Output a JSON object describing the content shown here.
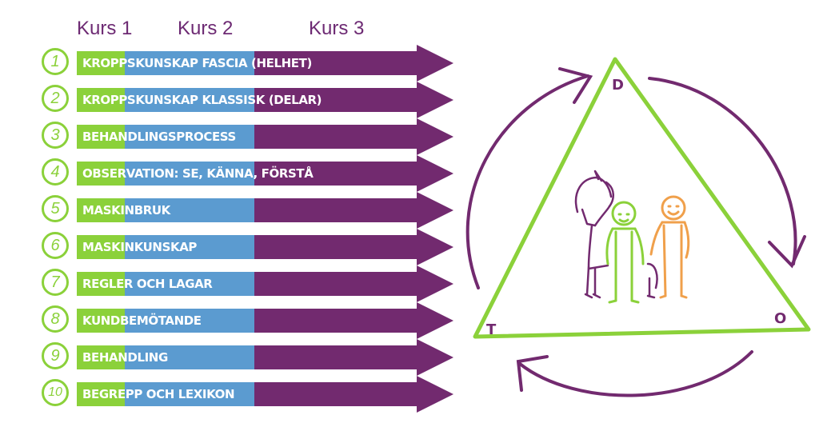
{
  "courses": {
    "course1": "Kurs 1",
    "course2": "Kurs 2",
    "course3": "Kurs 3"
  },
  "rows": [
    {
      "number": "1",
      "label": "KROPPSKUNSKAP FASCIA (HELHET)"
    },
    {
      "number": "2",
      "label": "KROPPSKUNSKAP KLASSISK (DELAR)"
    },
    {
      "number": "3",
      "label": "BEHANDLINGSPROCESS"
    },
    {
      "number": "4",
      "label": "OBSERVATION: SE, KÄNNA, FÖRSTÅ"
    },
    {
      "number": "5",
      "label": "MASKINBRUK"
    },
    {
      "number": "6",
      "label": "MASKINKUNSKAP"
    },
    {
      "number": "7",
      "label": "REGLER OCH LAGAR"
    },
    {
      "number": "8",
      "label": "KUNDBEMÖTANDE"
    },
    {
      "number": "9",
      "label": "BEHANDLING"
    },
    {
      "number": "10",
      "label": "BEGREPP OCH LEXIKON"
    }
  ],
  "cycle": {
    "top_letter": "D",
    "left_letter": "T",
    "right_letter": "O"
  },
  "colors": {
    "green": "#8bd13a",
    "blue": "#5b9bd0",
    "purple": "#722a6f",
    "orange": "#f0a04b"
  },
  "icons": {
    "figures": [
      "horse-icon",
      "green-person-icon",
      "orange-person-icon"
    ],
    "cycle": [
      "clockwise-cycle-arrows-icon"
    ]
  }
}
